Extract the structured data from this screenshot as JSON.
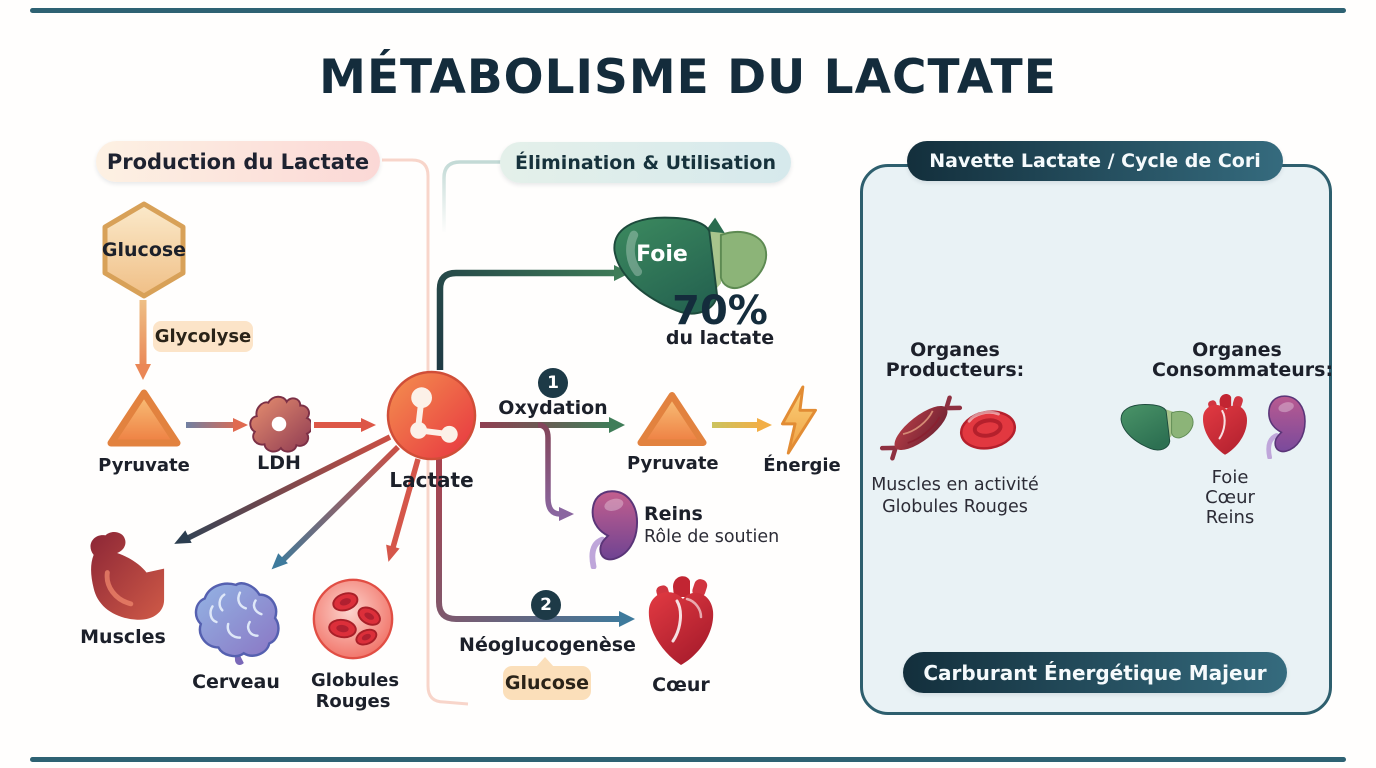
{
  "title": "MÉTABOLISME DU LACTATE",
  "production": {
    "header": "Production du Lactate",
    "glucose_label": "Glucose",
    "glycolyse_label": "Glycolyse",
    "pyruvate_label": "Pyruvate",
    "ldh_label": "LDH",
    "lactate_label": "Lactate",
    "muscles_label": "Muscles",
    "cerveau_label": "Cerveau",
    "globules_label_line1": "Globules",
    "globules_label_line2": "Rouges"
  },
  "elimination": {
    "header": "Élimination & Utilisation",
    "foie_label": "Foie",
    "foie_percent": "70%",
    "foie_percent_caption": "du lactate",
    "step1_number": "1",
    "step1_label": "Oxydation",
    "pyruvate_label": "Pyruvate",
    "energie_label": "Énergie",
    "reins_label": "Reins",
    "reins_caption": "Rôle de soutien",
    "step2_number": "2",
    "step2_label": "Néoglucogenèse",
    "glucose_label": "Glucose",
    "coeur_label": "Cœur"
  },
  "cori_cycle": {
    "header": "Navette Lactate / Cycle de Cori",
    "producers_title_line1": "Organes",
    "producers_title_line2": "Producteurs:",
    "producers_caption_line1": "Muscles en activité",
    "producers_caption_line2": "Globules Rouges",
    "consumers_title_line1": "Organes",
    "consumers_title_line2": "Consommateurs:",
    "consumers_items": [
      "Foie",
      "Cœur",
      "Reins"
    ],
    "footer": "Carburant Énergétique Majeur"
  },
  "colors": {
    "title_navy": "#142c3c",
    "teal_dark": "#2e6273",
    "maroon": "#8e3a4a",
    "panel_bg": "#e9f2f5",
    "lactate_red": "#e73440",
    "liver_green": "#3c8a5f",
    "energy_gold": "#f0a042"
  }
}
